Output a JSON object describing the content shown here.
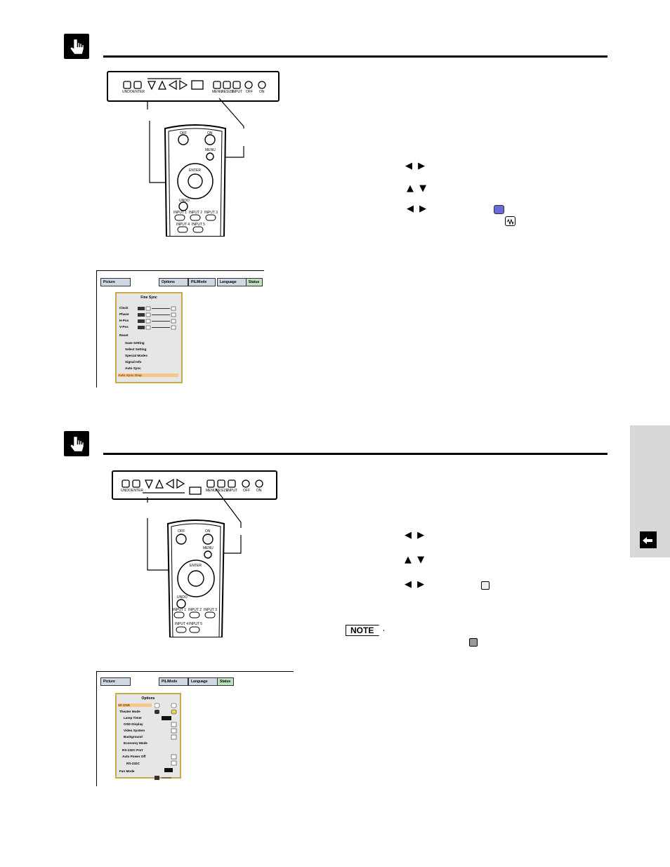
{
  "sections": [
    {
      "panel_buttons": [
        "UNDO",
        "ENTER",
        "MENU",
        "RESIZE",
        "INPUT",
        "OFF",
        "ON"
      ],
      "remote_labels": {
        "off": "OFF",
        "on": "ON",
        "menu": "MENU",
        "enter": "ENTER",
        "undo": "UNDO",
        "inputs": [
          "INPUT 1",
          "INPUT 2",
          "INPUT 3",
          "INPUT 4",
          "INPUT 5"
        ]
      },
      "steps": [
        {
          "arrows": "◀ ▶"
        },
        {
          "arrows": "▲ ▼"
        },
        {
          "arrows": "◀ ▶"
        }
      ],
      "menu": {
        "tabs": [
          "Picture",
          "Options",
          "PIL/Mode",
          "Language",
          "Status"
        ],
        "panel_title": "Fine Sync",
        "rows": [
          "Clock",
          "Phase",
          "H-Pos",
          "V-Pos",
          "Reset",
          "Save Setting",
          "Select Setting",
          "Special Modes",
          "Signal Info",
          "Auto Sync",
          "Auto Sync Disp"
        ]
      }
    },
    {
      "panel_buttons": [
        "UNDO",
        "ENTER",
        "MENU",
        "RESIZE",
        "INPUT",
        "OFF",
        "ON"
      ],
      "remote_labels": {
        "off": "OFF",
        "on": "ON",
        "menu": "MENU",
        "enter": "ENTER",
        "undo": "UNDO",
        "inputs": [
          "INPUT 1",
          "INPUT 2",
          "INPUT 3",
          "INPUT 4",
          "INPUT 5"
        ]
      },
      "steps": [
        {
          "arrows": "◀ ▶"
        },
        {
          "arrows": "▲ ▼"
        },
        {
          "arrows": "◀ ▶"
        }
      ],
      "note_label": "NOTE",
      "menu": {
        "tabs": [
          "Picture",
          "PIL/Mode",
          "Language",
          "Status"
        ],
        "panel_title": "Options",
        "rows": [
          "3D DNR",
          "Theater Mode",
          "Lamp Timer",
          "OSD Display",
          "Video System",
          "Background",
          "Economy Mode",
          "RS-232C Port",
          "Auto Power Off",
          "RS-232C",
          "Fan Mode"
        ]
      }
    }
  ]
}
